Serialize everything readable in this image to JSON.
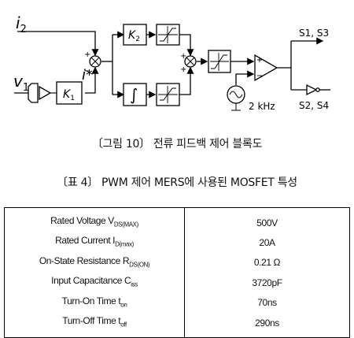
{
  "diagram": {
    "input_i2": "i",
    "input_i2_sub": "2",
    "input_v1": "v",
    "input_v1_sub": "1",
    "gain_k1": "K",
    "gain_k1_sub": "1",
    "gain_k2": "K",
    "gain_k2_sub": "2",
    "reference_label": "i*",
    "integrator_symbol": "∫",
    "carrier_label": "2 kHz",
    "output_top": "S1, S3",
    "output_bottom": "S2, S4",
    "sum1_signs": [
      "+",
      "−"
    ],
    "sum2_signs": [
      "+",
      "+"
    ],
    "comparator_signs": [
      "+",
      "−"
    ]
  },
  "figure_caption": "〔그림 10〕 전류 피드백 제어 블록도",
  "table_caption": "〔표 4〕 PWM 제어 MERS에 사용된 MOSFET 특성",
  "table": {
    "rows": [
      {
        "label": "Rated Voltage V",
        "sub": "DS(MAX)",
        "value": "500V"
      },
      {
        "label": "Rated Current I",
        "sub": "D(max)",
        "value": "20A"
      },
      {
        "label": "On-State Resistance R",
        "sub": "DS(ON)",
        "value": "0.21 Ω"
      },
      {
        "label": "Input Capacitance C",
        "sub": "iss",
        "value": "3720pF"
      },
      {
        "label": "Turn-On Time t",
        "sub": "on",
        "value": "70ns"
      },
      {
        "label": "Turn-Off Time t",
        "sub": "off",
        "value": "290ns"
      }
    ]
  }
}
